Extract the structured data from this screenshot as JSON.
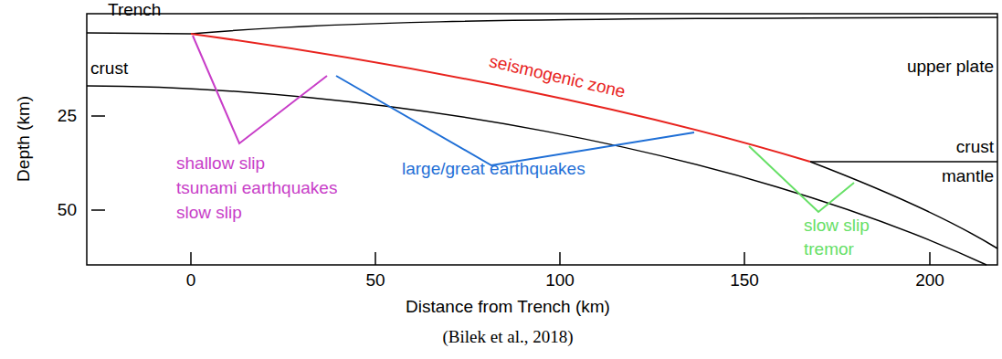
{
  "diagram": {
    "caption": "(Bilek et al., 2018)",
    "labels": [
      "Trench",
      "crust",
      "upper plate",
      "seismogenic zone",
      "shallow slip",
      "tsunami earthquakes",
      "slow slip",
      "large/great earthquakes",
      "crust",
      "mantle",
      "slow slip",
      "tremor",
      "Depth (km)",
      "25",
      "50",
      "0",
      "50",
      "100",
      "150",
      "200",
      "Distance from Trench (km)"
    ]
  }
}
